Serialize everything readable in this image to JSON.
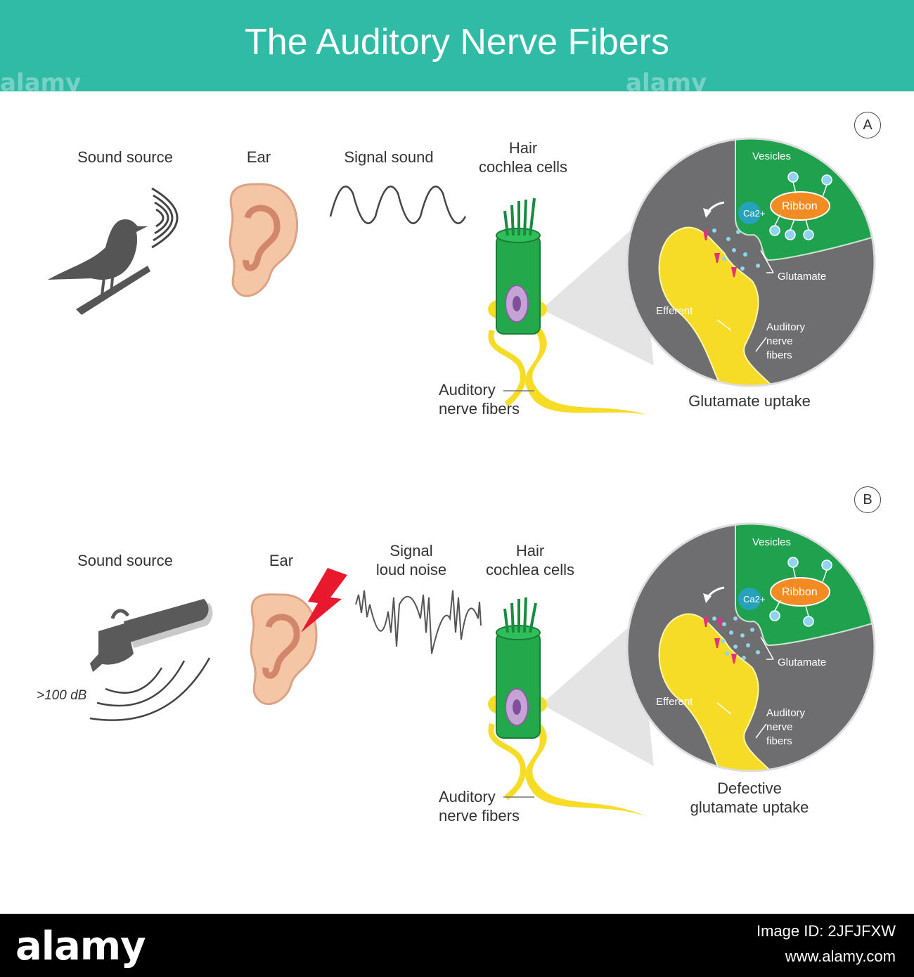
{
  "header": {
    "title": "The Auditory Nerve Fibers",
    "watermark": "alamy"
  },
  "panel_a": {
    "badge": "A",
    "sound_source": "Sound source",
    "ear": "Ear",
    "signal": "Signal sound",
    "hair_cells": "Hair\ncochlea cells",
    "nerve_label": "Auditory\nnerve fibers",
    "inset": {
      "vesicles": "Vesicles",
      "ribbon": "Ribbon",
      "calcium": "Ca2+",
      "glutamate": "Glutamate",
      "efferent": "Efferent",
      "nerve": "Auditory\nnerve\nfibers"
    },
    "caption": "Glutamate uptake"
  },
  "panel_b": {
    "badge": "B",
    "sound_source": "Sound source",
    "ear": "Ear",
    "signal": "Signal\nloud noise",
    "hair_cells": "Hair\ncochlea cells",
    "decibel": ">100 dB",
    "nerve_label": "Auditory\nnerve fibers",
    "inset": {
      "vesicles": "Vesicles",
      "ribbon": "Ribbon",
      "calcium": "Ca2+",
      "glutamate": "Glutamate",
      "efferent": "Efferent",
      "nerve": "Auditory\nnerve\nfibers"
    },
    "caption": "Defective\nglutamate uptake"
  },
  "footer": {
    "logo": "alamy",
    "image_id": "Image ID: 2JFJFXW",
    "url": "www.alamy.com"
  },
  "colors": {
    "header": "#2fbba6",
    "inset_bg": "#6e6e70",
    "cell_green": "#22a34a",
    "nerve_yellow": "#f5dd1f",
    "ribbon": "#f28c22",
    "lightning": "#e8192c"
  }
}
